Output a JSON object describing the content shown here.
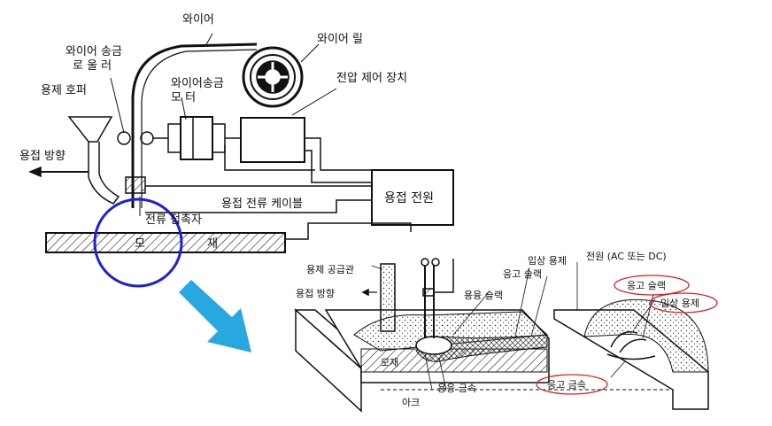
{
  "labels": {
    "wire": "와이어",
    "wire_reel": "와이어 릴",
    "feed_roller_line1": "와이어 송금",
    "feed_roller_line2": "로   울   러",
    "flux_hopper": "용제 호퍼",
    "feed_motor_line1": "와이어송금",
    "feed_motor_line2": "모          터",
    "voltage_control": "전압 제어 장치",
    "welding_direction": "용접 방향",
    "welding_cable": "용접 전류 케이블",
    "power_source": "용접 전원",
    "contact_tip": "전류 접촉자",
    "base_metal_left": "모",
    "base_metal_right": "재",
    "flux_feed_tube": "용제 공급관",
    "welding_direction_2": "용접 방향",
    "granular_flux_top": "입상 용제",
    "power_ac_dc": "전원 (AC 또는 DC)",
    "solid_slag_top": "응고 슬랙",
    "molten_slag": "용융 슬랙",
    "base_metal_block": "모재",
    "arc": "아크",
    "molten_metal": "용융 금속",
    "solid_slag_circled": "응고 슬랙",
    "granular_flux_circled": "입상 용제",
    "solid_metal_circled": "응고 금속"
  },
  "colors": {
    "line": "#111111",
    "callout_circle": "#1f1fd6",
    "arrow_fill": "#29a8e0",
    "highlight_ellipse": "#d42020",
    "hatch": "#222222"
  }
}
